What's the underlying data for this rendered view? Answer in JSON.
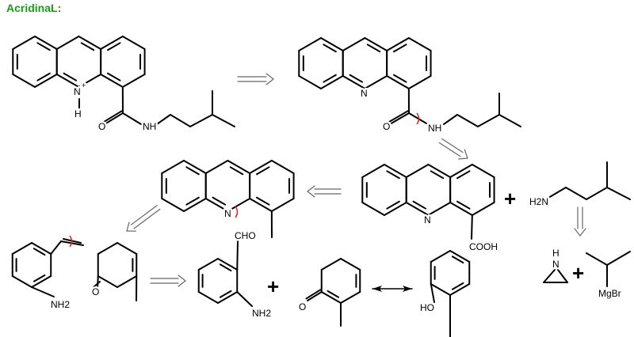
{
  "title": "AcridinaL:",
  "colors": {
    "title": "#1a9a1a",
    "cut_mark": "#e02020",
    "bond": "#000000",
    "arrow": "#666666"
  },
  "labels": {
    "m1_n": "N",
    "m1_plus": "+",
    "m1_h": "H",
    "m1_o": "O",
    "m1_nh": "NH",
    "m2_n": "N",
    "m2_o": "O",
    "m2_nh": "NH",
    "m3_n": "N",
    "m3_cooh": "COOH",
    "amine_h2n": "H2N",
    "azir_h": "H",
    "azir_n": "N",
    "mgbr": "MgBr",
    "m4_n": "N",
    "m5_nh2": "NH2",
    "m5_o": "O",
    "m6_cho": "CHO",
    "m6_nh2": "NH2",
    "m7_o": "O",
    "m8_ho": "HO"
  },
  "plus_signs": [
    "+",
    "+",
    "+",
    "+"
  ]
}
